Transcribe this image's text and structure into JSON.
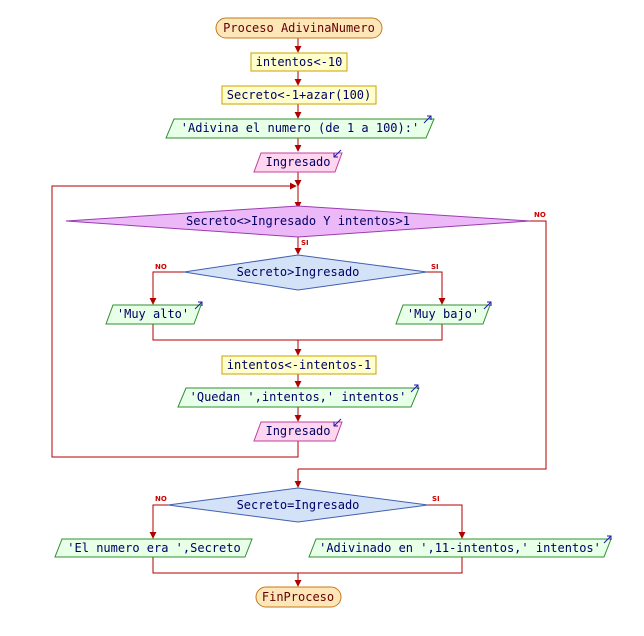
{
  "flowchart": {
    "start": "Proceso AdivinaNumero",
    "init_intentos": "intentos<-10",
    "init_secreto": "Secreto<-1+azar(100)",
    "prompt": "'Adivina el numero (de 1 a 100):'",
    "read_1": "Ingresado",
    "loop_condition": "Secreto<>Ingresado Y intentos>1",
    "inner_condition": "Secreto>Ingresado",
    "too_high": "'Muy alto'",
    "too_low": "'Muy bajo'",
    "decrement": "intentos<-intentos-1",
    "remaining": "'Quedan ',intentos,' intentos'",
    "read_2": "Ingresado",
    "final_condition": "Secreto=Ingresado",
    "lose_msg": "'El numero era ',Secreto",
    "win_msg": "'Adivinado en ',11-intentos,' intentos'",
    "end": "FinProceso",
    "yes": "SI",
    "no": "NO"
  },
  "colors": {
    "terminal_fill": "#fde6b8",
    "terminal_stroke": "#c8781a",
    "process_fill": "#ffffcc",
    "process_stroke": "#c8a000",
    "output_fill": "#e8ffe8",
    "output_stroke": "#2f8f2f",
    "input_fill": "#ffd6f0",
    "input_stroke": "#c040a0",
    "loop_fill": "#ecb8f8",
    "loop_stroke": "#9a3cb0",
    "decision_fill": "#d4e2f8",
    "decision_stroke": "#4060b0",
    "wire": "#b00000"
  }
}
